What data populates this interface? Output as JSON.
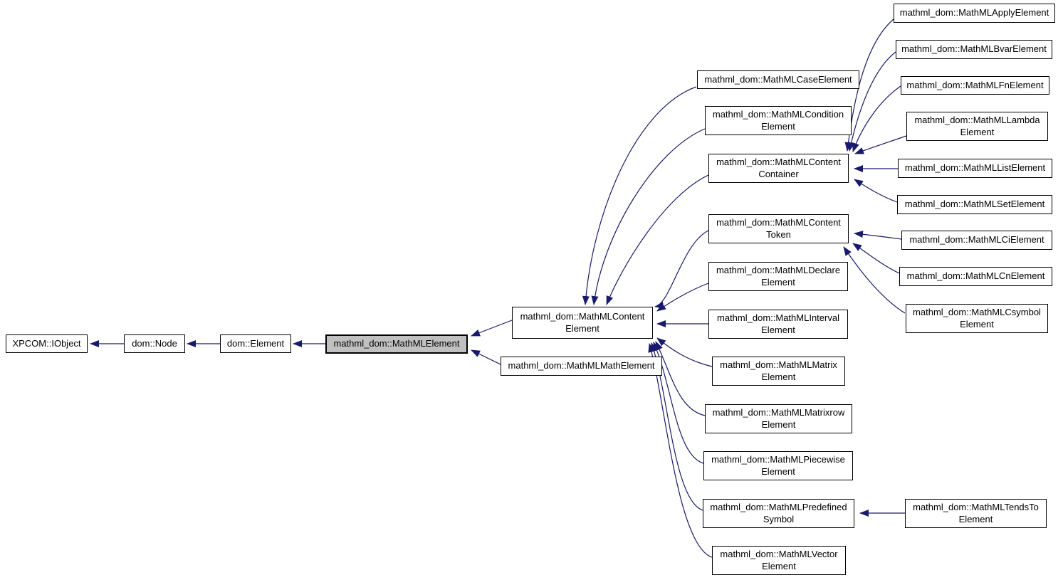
{
  "diagram": {
    "type": "class-inheritance-graph",
    "background_color": "#ffffff",
    "edge_color": "#191970",
    "node_border_color": "#000000",
    "node_fill_color": "#ffffff",
    "selected_node_fill_color": "#c0c0c0",
    "selected_node": "mathml_dom::MathMLElement"
  },
  "nodes": [
    {
      "id": "xpcom-iobject",
      "label": "XPCOM::IObject"
    },
    {
      "id": "dom-node",
      "label": "dom::Node"
    },
    {
      "id": "dom-element",
      "label": "dom::Element"
    },
    {
      "id": "mathml-element",
      "label": "mathml_dom::MathMLElement"
    },
    {
      "id": "content-element",
      "label": "mathml_dom::MathMLContent Element"
    },
    {
      "id": "math-element",
      "label": "mathml_dom::MathMLMathElement"
    },
    {
      "id": "case-element",
      "label": "mathml_dom::MathMLCaseElement"
    },
    {
      "id": "condition-element",
      "label": "mathml_dom::MathMLCondition Element"
    },
    {
      "id": "content-container",
      "label": "mathml_dom::MathMLContent Container"
    },
    {
      "id": "content-token",
      "label": "mathml_dom::MathMLContent Token"
    },
    {
      "id": "declare-element",
      "label": "mathml_dom::MathMLDeclare Element"
    },
    {
      "id": "interval-element",
      "label": "mathml_dom::MathMLInterval Element"
    },
    {
      "id": "matrix-element",
      "label": "mathml_dom::MathMLMatrix Element"
    },
    {
      "id": "matrixrow-element",
      "label": "mathml_dom::MathMLMatrixrow Element"
    },
    {
      "id": "piecewise-element",
      "label": "mathml_dom::MathMLPiecewise Element"
    },
    {
      "id": "predefined-symbol",
      "label": "mathml_dom::MathMLPredefined Symbol"
    },
    {
      "id": "vector-element",
      "label": "mathml_dom::MathMLVector Element"
    },
    {
      "id": "apply-element",
      "label": "mathml_dom::MathMLApplyElement"
    },
    {
      "id": "bvar-element",
      "label": "mathml_dom::MathMLBvarElement"
    },
    {
      "id": "fn-element",
      "label": "mathml_dom::MathMLFnElement"
    },
    {
      "id": "lambda-element",
      "label": "mathml_dom::MathMLLambda Element"
    },
    {
      "id": "list-element",
      "label": "mathml_dom::MathMLListElement"
    },
    {
      "id": "set-element",
      "label": "mathml_dom::MathMLSetElement"
    },
    {
      "id": "ci-element",
      "label": "mathml_dom::MathMLCiElement"
    },
    {
      "id": "cn-element",
      "label": "mathml_dom::MathMLCnElement"
    },
    {
      "id": "csymbol-element",
      "label": "mathml_dom::MathMLCsymbol Element"
    },
    {
      "id": "tendsto-element",
      "label": "mathml_dom::MathMLTendsTo Element"
    }
  ],
  "edges": [
    {
      "from": "dom-node",
      "to": "xpcom-iobject"
    },
    {
      "from": "dom-element",
      "to": "dom-node"
    },
    {
      "from": "mathml-element",
      "to": "dom-element"
    },
    {
      "from": "content-element",
      "to": "mathml-element"
    },
    {
      "from": "math-element",
      "to": "mathml-element"
    },
    {
      "from": "case-element",
      "to": "content-element"
    },
    {
      "from": "condition-element",
      "to": "content-element"
    },
    {
      "from": "content-container",
      "to": "content-element"
    },
    {
      "from": "content-token",
      "to": "content-element"
    },
    {
      "from": "declare-element",
      "to": "content-element"
    },
    {
      "from": "interval-element",
      "to": "content-element"
    },
    {
      "from": "matrix-element",
      "to": "content-element"
    },
    {
      "from": "matrixrow-element",
      "to": "content-element"
    },
    {
      "from": "piecewise-element",
      "to": "content-element"
    },
    {
      "from": "predefined-symbol",
      "to": "content-element"
    },
    {
      "from": "vector-element",
      "to": "content-element"
    },
    {
      "from": "apply-element",
      "to": "content-container"
    },
    {
      "from": "bvar-element",
      "to": "content-container"
    },
    {
      "from": "fn-element",
      "to": "content-container"
    },
    {
      "from": "lambda-element",
      "to": "content-container"
    },
    {
      "from": "list-element",
      "to": "content-container"
    },
    {
      "from": "set-element",
      "to": "content-container"
    },
    {
      "from": "ci-element",
      "to": "content-token"
    },
    {
      "from": "cn-element",
      "to": "content-token"
    },
    {
      "from": "csymbol-element",
      "to": "content-token"
    },
    {
      "from": "tendsto-element",
      "to": "predefined-symbol"
    }
  ]
}
